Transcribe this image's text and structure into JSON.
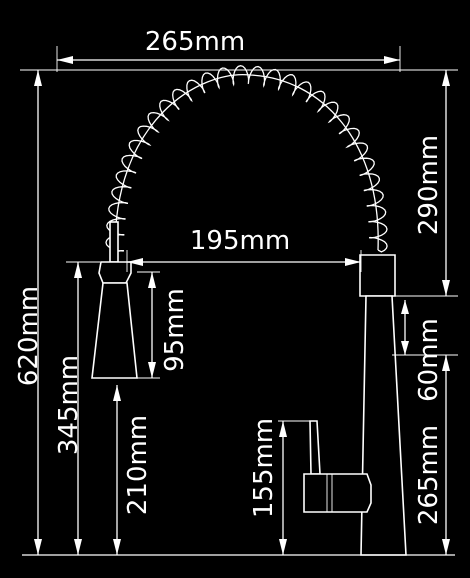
{
  "dimensions": {
    "overall_width": "265mm",
    "spout_reach": "195mm",
    "total_height": "620mm",
    "spring_height": "290mm",
    "sprayer_height": "95mm",
    "sprayer_base_height": "345mm",
    "hook_height": "210mm",
    "collar_height": "60mm",
    "body_height": "265mm",
    "handle_height": "155mm"
  },
  "colors": {
    "background": "#000000",
    "line": "#ffffff"
  }
}
